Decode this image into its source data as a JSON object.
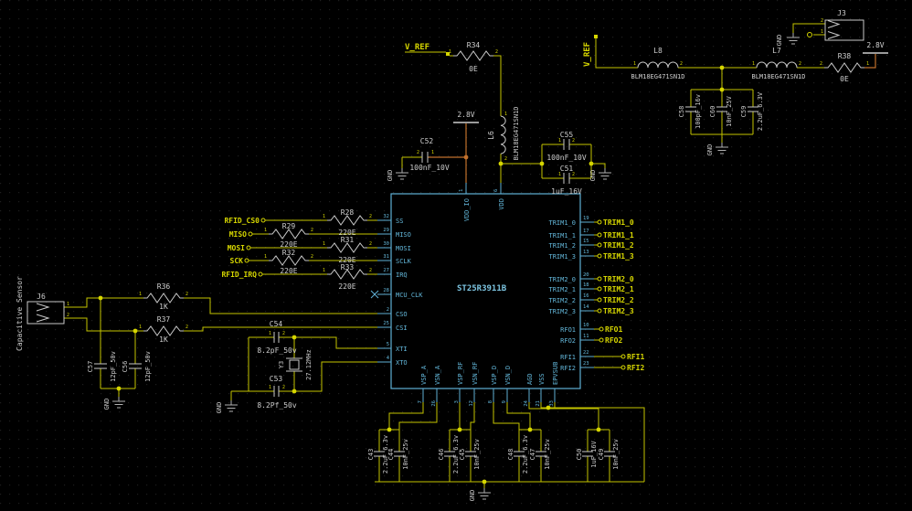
{
  "ic": {
    "name": "ST25R3911B",
    "top": [
      {
        "n": "VDD_IO",
        "p": "1"
      },
      {
        "n": "VDD",
        "p": "6"
      }
    ],
    "left": [
      {
        "n": "SS",
        "p": "32"
      },
      {
        "n": "MISO",
        "p": "29"
      },
      {
        "n": "MOSI",
        "p": "30"
      },
      {
        "n": "SCLK",
        "p": "31"
      },
      {
        "n": "IRQ",
        "p": "27"
      },
      {
        "n": "MCU_CLK",
        "p": "28"
      },
      {
        "n": "CSO",
        "p": "2"
      },
      {
        "n": "CSI",
        "p": "25"
      },
      {
        "n": "XTI",
        "p": "5"
      },
      {
        "n": "XTO",
        "p": "4"
      }
    ],
    "right": [
      {
        "n": "TRIM1_0",
        "p": "19"
      },
      {
        "n": "TRIM1_1",
        "p": "17"
      },
      {
        "n": "TRIM1_2",
        "p": "15"
      },
      {
        "n": "TRIM1_3",
        "p": "13"
      },
      {
        "n": "TRIM2_0",
        "p": "20"
      },
      {
        "n": "TRIM2_1",
        "p": "18"
      },
      {
        "n": "TRIM2_2",
        "p": "16"
      },
      {
        "n": "TRIM2_3",
        "p": "14"
      },
      {
        "n": "RFO1",
        "p": "10"
      },
      {
        "n": "RFO2",
        "p": "11"
      },
      {
        "n": "RFI1",
        "p": "22"
      },
      {
        "n": "RFI2",
        "p": "23"
      }
    ],
    "bottom": [
      {
        "n": "VSP_A",
        "p": "7"
      },
      {
        "n": "VSN_A",
        "p": "26"
      },
      {
        "n": "VSP_RF",
        "p": "3"
      },
      {
        "n": "VSN_RF",
        "p": "12"
      },
      {
        "n": "VSP_D",
        "p": "8"
      },
      {
        "n": "VSN_D",
        "p": "9"
      },
      {
        "n": "AGD",
        "p": "24"
      },
      {
        "n": "VSS",
        "p": "21"
      },
      {
        "n": "EPVSUB",
        "p": "33"
      }
    ]
  },
  "nets": {
    "left": [
      "RFID_CS0",
      "MISO",
      "MOSI",
      "SCK",
      "RFID_IRQ"
    ],
    "right": [
      "TRIM1_0",
      "TRIM1_1",
      "TRIM1_2",
      "TRIM1_3",
      "TRIM2_0",
      "TRIM2_1",
      "TRIM2_2",
      "TRIM2_3",
      "RFO1",
      "RFO2",
      "RFI1",
      "RFI2"
    ]
  },
  "labels": {
    "vref": "V_REF",
    "v28": "2.8V",
    "gnd": "GND",
    "cap_sensor": "Capacitive Sensor"
  },
  "pins": {
    "p1": "1",
    "p2": "2"
  },
  "comps": {
    "r28": {
      "ref": "R28",
      "val": "220E"
    },
    "r29": {
      "ref": "R29",
      "val": "220E"
    },
    "r31": {
      "ref": "R31",
      "val": "220E"
    },
    "r32": {
      "ref": "R32",
      "val": "220E"
    },
    "r33": {
      "ref": "R33",
      "val": "220E"
    },
    "r34": {
      "ref": "R34",
      "val": "0E"
    },
    "r38": {
      "ref": "R38",
      "val": "0E"
    },
    "r36": {
      "ref": "R36",
      "val": "1K"
    },
    "r37": {
      "ref": "R37",
      "val": "1K"
    },
    "l6": {
      "ref": "L6",
      "val": "BLM18EG471SN1D"
    },
    "l7": {
      "ref": "L7",
      "val": "BLM18EG471SN1D"
    },
    "l8": {
      "ref": "L8",
      "val": "BLM18EG471SN1D"
    },
    "c51": {
      "ref": "C51",
      "val": "1uF_16V"
    },
    "c52": {
      "ref": "C52",
      "val": "100nF_10V"
    },
    "c55": {
      "ref": "C55",
      "val": "100nF_10V"
    },
    "c58": {
      "ref": "C58",
      "val": "100pF_16v"
    },
    "c60": {
      "ref": "C60",
      "val": "10nF_25V"
    },
    "c59": {
      "ref": "C59",
      "val": "2.2uF_6.3V"
    },
    "c54": {
      "ref": "C54",
      "val": "8.2pF_50v"
    },
    "c53": {
      "ref": "C53",
      "val": "8.2Pf_50v"
    },
    "c57": {
      "ref": "C57",
      "val": "12pF_50v"
    },
    "c56": {
      "ref": "C56",
      "val": "12pF_50v"
    },
    "c43": {
      "ref": "C43",
      "val": "2.2uF_6.3v"
    },
    "c44": {
      "ref": "C44",
      "val": "10nF_25v"
    },
    "c46": {
      "ref": "C46",
      "val": "2.2uF_6.3v"
    },
    "c45": {
      "ref": "C45",
      "val": "10nF_25v"
    },
    "c48": {
      "ref": "C48",
      "val": "2.2uF_6.3v"
    },
    "c47": {
      "ref": "C47",
      "val": "10nF_25v"
    },
    "c50": {
      "ref": "C50",
      "val": "1uF_16V"
    },
    "c49": {
      "ref": "C49",
      "val": "10nF_25v"
    },
    "y3": {
      "ref": "Y3",
      "val": "27.12MHz"
    },
    "j3": {
      "ref": "J3"
    },
    "j6": {
      "ref": "J6"
    }
  }
}
